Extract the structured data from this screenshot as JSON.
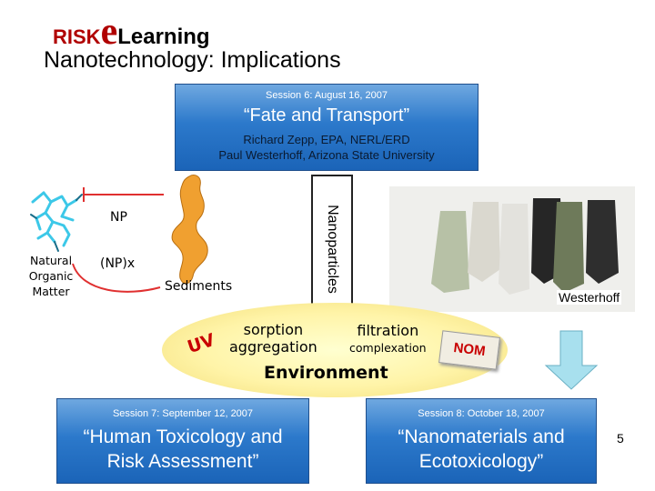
{
  "header": {
    "brand_risk": "RISK",
    "brand_e": "e",
    "brand_learning": "Learning",
    "subtitle": "Nanotechnology: Implications"
  },
  "session6": {
    "date": "Session 6: August 16, 2007",
    "title": "“Fate and Transport”",
    "author1": "Richard Zepp, EPA, NERL/ERD",
    "author2": "Paul Westerhoff, Arizona State University"
  },
  "diagram": {
    "nom_line1": "Natural",
    "nom_line2": "Organic",
    "nom_line3": "Matter",
    "np": "NP",
    "npx": "(NP)x",
    "sediments": "Sediments",
    "nanoparticles": "Nanoparticles",
    "photo_credit": "Westerhoff"
  },
  "environment": {
    "uv": "UV",
    "sorption": "sorption",
    "aggregation": "aggregation",
    "filtration": "filtration",
    "complexation": "complexation",
    "nom": "NOM",
    "label": "Environment"
  },
  "session7": {
    "date": "Session 7: September 12, 2007",
    "title_line1": "“Human Toxicology and",
    "title_line2": "Risk Assessment”"
  },
  "session8": {
    "date": "Session 8: October 18, 2007",
    "title_line1": "“Nanomaterials and",
    "title_line2": "Ecotoxicology”"
  },
  "page_number": "5",
  "colors": {
    "brand_red": "#b00000",
    "session_blue": "#2c79cb",
    "arrow_red": "#e03030",
    "sediment_orange": "#f0a030",
    "nom_cyan": "#3cc8e8",
    "environment_yellow": "#fff4a8",
    "down_arrow_cyan": "#a8e0ee"
  }
}
